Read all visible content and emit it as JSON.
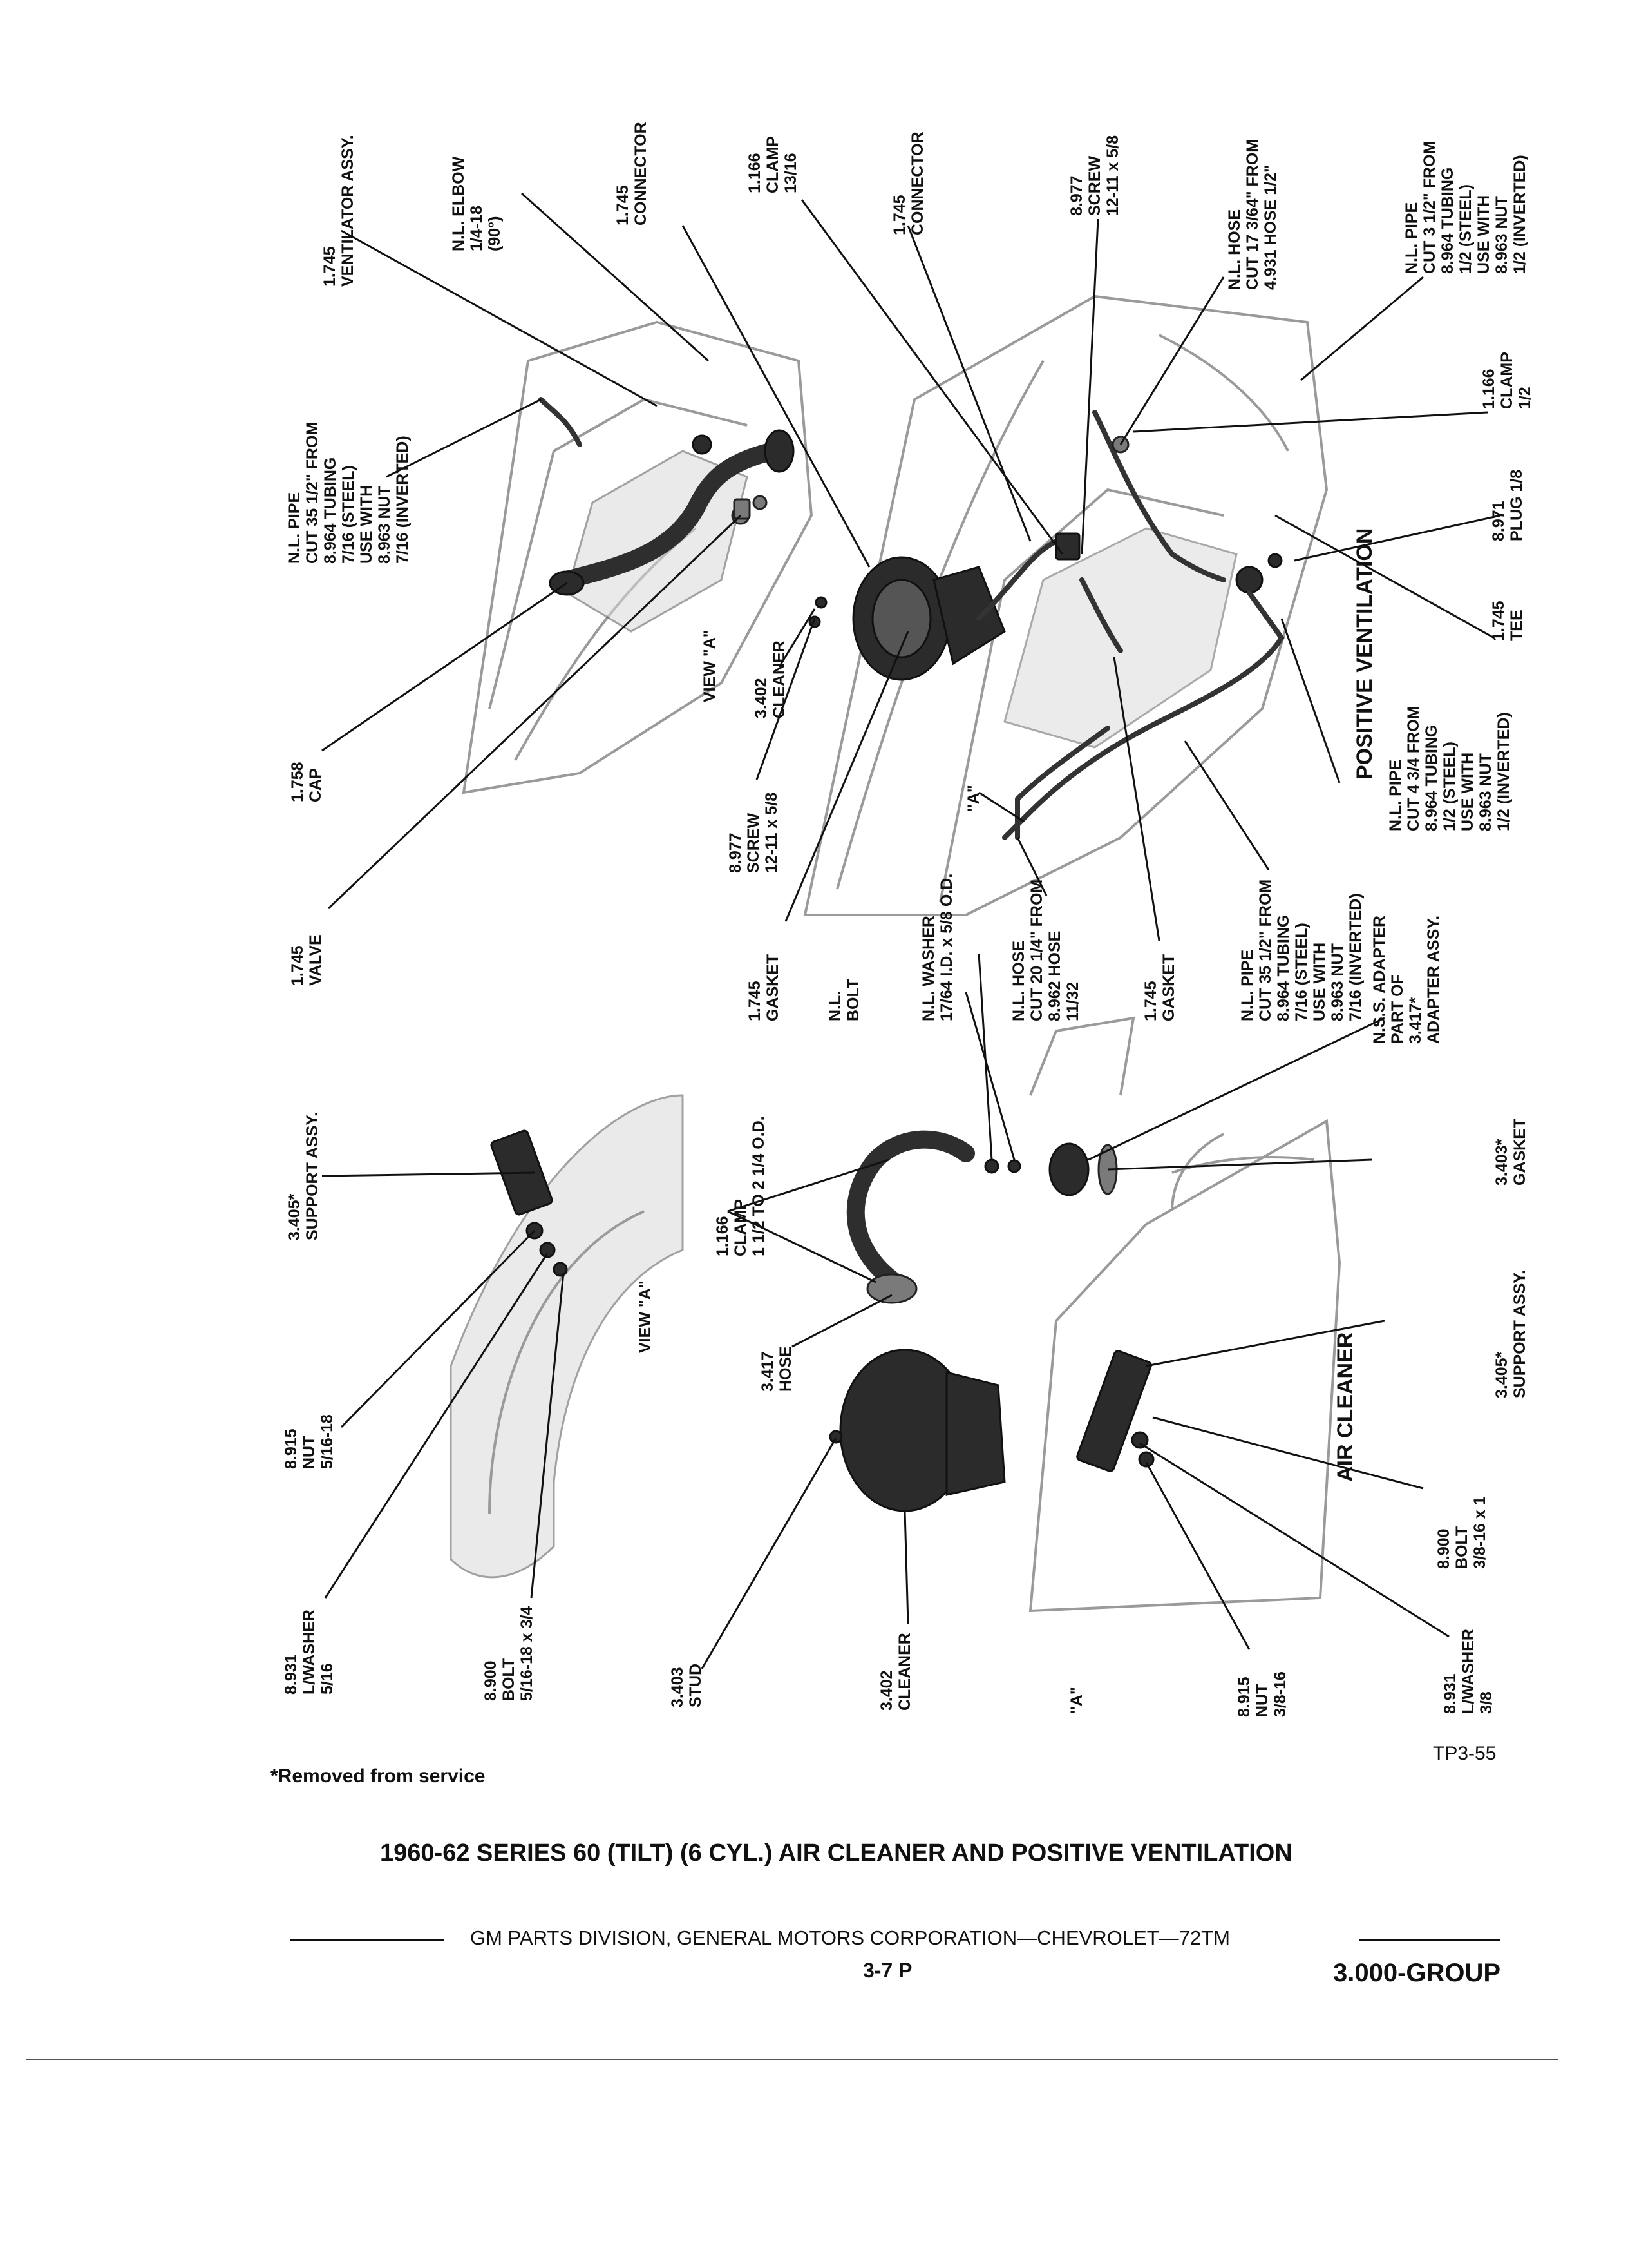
{
  "labels": {
    "ventilator": [
      "1.745",
      "VENTILATOR ASSY."
    ],
    "elbow": [
      "N.L. ELBOW",
      "1/4-18",
      "(90°)"
    ],
    "connector1": [
      "1.745",
      "CONNECTOR"
    ],
    "clamp_top": [
      "1.166",
      "CLAMP",
      "13/16"
    ],
    "connector2": [
      "1.745",
      "CONNECTOR"
    ],
    "screw_top": [
      "8.977",
      "SCREW",
      "12-11 x 5/8"
    ],
    "hose_top": [
      "N.L. HOSE",
      "CUT 17 3/64\" FROM",
      "4.931 HOSE 1/2\""
    ],
    "pipe_right": [
      "N.L. PIPE",
      "CUT 3 1/2\" FROM",
      "8.964 TUBING",
      "1/2 (STEEL)",
      "USE WITH",
      "8.963 NUT",
      "1/2 (INVERTED)"
    ],
    "clamp_right": [
      "1.166",
      "CLAMP",
      "1/2"
    ],
    "plug": [
      "8.971",
      "PLUG 1/8"
    ],
    "tee": [
      "1.745",
      "TEE"
    ],
    "pipe_mid_right": [
      "N.L. PIPE",
      "CUT 4 3/4 FROM",
      "8.964 TUBING",
      "1/2 (STEEL)",
      "USE WITH",
      "8.963 NUT",
      "1/2 (INVERTED)"
    ],
    "pipe_left": [
      "N.L. PIPE",
      "CUT 35 1/2\" FROM",
      "8.964 TUBING",
      "7/16 (STEEL)",
      "USE WITH",
      "8.963 NUT",
      "7/16 (INVERTED)"
    ],
    "cap": [
      "1.758",
      "CAP"
    ],
    "valve": [
      "1.745",
      "VALVE"
    ],
    "cleaner_top": [
      "3.402",
      "CLEANER"
    ],
    "screw_mid": [
      "8.977",
      "SCREW",
      "12-11 x 5/8"
    ],
    "gasket1": [
      "1.745",
      "GASKET"
    ],
    "bolt_nl": [
      "N.L.",
      "BOLT"
    ],
    "washer_nl": [
      "N.L. WASHER",
      "17/64 I.D. x 5/8 O.D."
    ],
    "hose_mid": [
      "N.L. HOSE",
      "CUT 20 1/4\" FROM",
      "8.962 HOSE",
      "11/32"
    ],
    "gasket2": [
      "1.745",
      "GASKET"
    ],
    "pipe_center": [
      "N.L. PIPE",
      "CUT 35 1/2\" FROM",
      "8.964 TUBING",
      "7/16 (STEEL)",
      "USE WITH",
      "8.963 NUT",
      "7/16 (INVERTED)"
    ],
    "adapter": [
      "N.S.S. ADAPTER",
      "PART OF",
      "3.417*",
      "ADAPTER ASSY."
    ],
    "support_va": [
      "3.405*",
      "SUPPORT ASSY."
    ],
    "clamp_bottom": [
      "1.166",
      "CLAMP",
      "1 1/2 TO 2 1/4 O.D."
    ],
    "gasket_403": [
      "3.403*",
      "GASKET"
    ],
    "nut_va": [
      "8.915",
      "NUT",
      "5/16-18"
    ],
    "hose_417": [
      "3.417",
      "HOSE"
    ],
    "support_ac": [
      "3.405*",
      "SUPPORT ASSY."
    ],
    "lwasher_va": [
      "8.931",
      "L/WASHER",
      "5/16"
    ],
    "bolt_va": [
      "8.900",
      "BOLT",
      "5/16-18 x 3/4"
    ],
    "stud": [
      "3.403",
      "STUD"
    ],
    "cleaner_bottom": [
      "3.402",
      "CLEANER"
    ],
    "a_bottom": [
      "\"A\""
    ],
    "nut_ac": [
      "8.915",
      "NUT",
      "3/8-16"
    ],
    "lwasher_ac": [
      "8.931",
      "L/WASHER",
      "3/8"
    ],
    "bolt_ac": [
      "8.900",
      "BOLT",
      "3/8-16 x 1"
    ]
  },
  "section_titles": {
    "positive_ventilation": "POSITIVE VENTILATION",
    "air_cleaner": "AIR CLEANER",
    "view_a_top": "VIEW \"A\"",
    "view_a_left": "VIEW \"A\"",
    "a_marker_mid": "\"A\""
  },
  "footer": {
    "removed_note": "*Removed from service",
    "code": "TP3-55",
    "title": "1960-62 SERIES 60 (TILT) (6 CYL.) AIR CLEANER AND POSITIVE VENTILATION",
    "division": "GM PARTS DIVISION, GENERAL MOTORS CORPORATION—CHEVROLET—72TM",
    "page": "3-7 P",
    "group": "3.000-GROUP"
  }
}
